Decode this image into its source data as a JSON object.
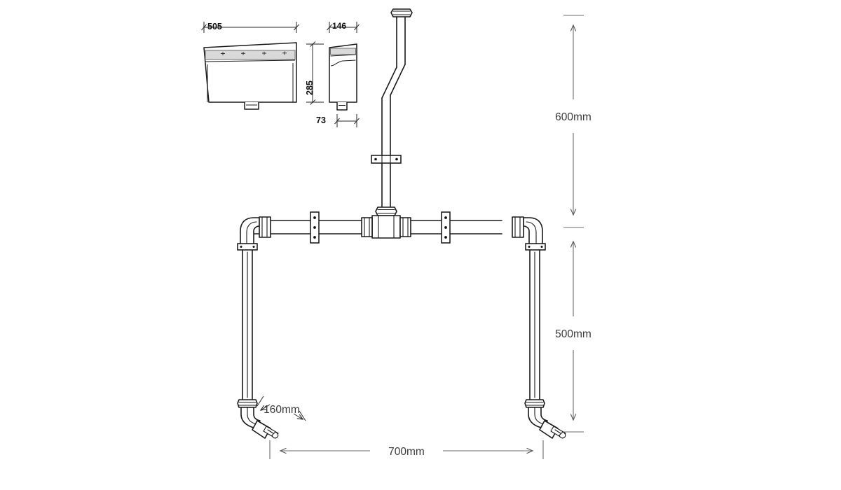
{
  "drawing": {
    "title": "Concealed cistern and flush pipe assembly dimensioned drawing",
    "background_color": "#ffffff",
    "line_color": "#1a1a1a",
    "dimension_color": "#6b6b6b"
  },
  "cistern": {
    "front_view_name": "cistern-front-view",
    "side_view_name": "cistern-side-view",
    "dimensions": {
      "width": "505",
      "depth": "146",
      "height": "285",
      "outlet": "73"
    }
  },
  "assembly": {
    "dimensions": {
      "upper_height": "600mm",
      "lower_height": "500mm",
      "span_width": "700mm",
      "outlet_length": "160mm"
    }
  },
  "parts": {
    "riser_pipe": "riser-pipe",
    "tee_fitting": "tee-fitting",
    "left_elbow": "left-elbow",
    "right_elbow": "right-elbow",
    "left_outlet": "left-outlet-spout",
    "right_outlet": "right-outlet-spout",
    "wall_bracket": "wall-bracket",
    "coupling": "pipe-coupling"
  }
}
